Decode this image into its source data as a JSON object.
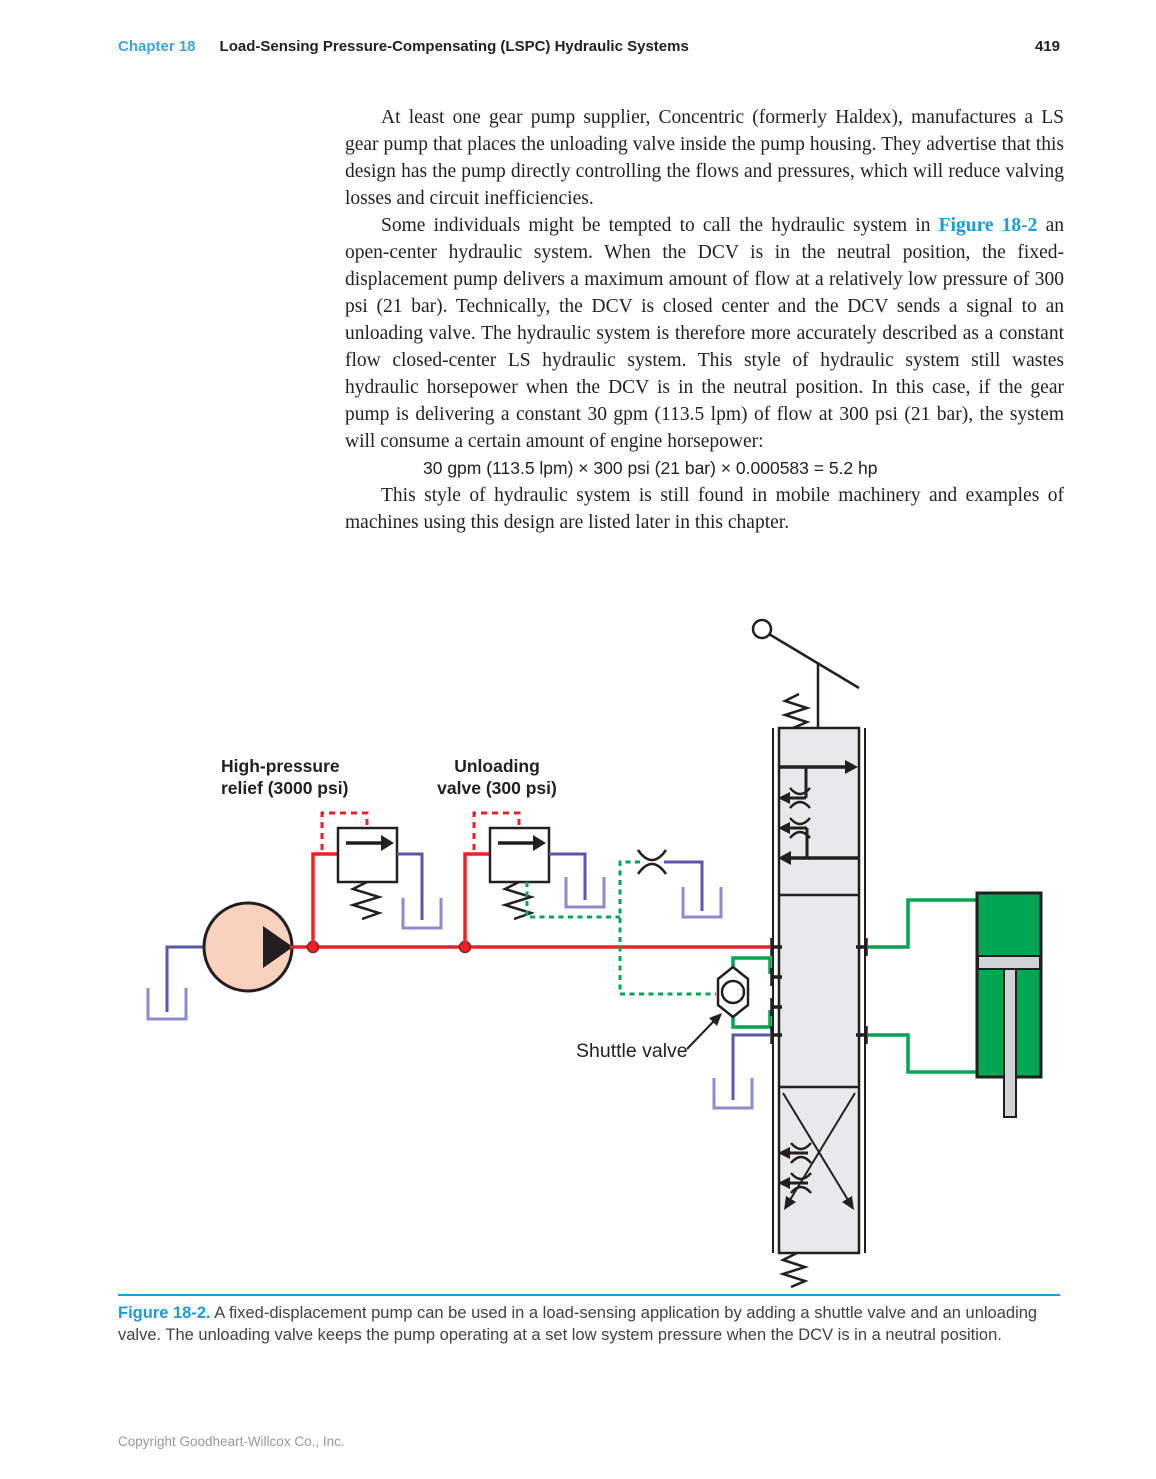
{
  "header": {
    "chapter": "Chapter 18",
    "title": "Load-Sensing Pressure-Compensating (LSPC) Hydraulic Systems",
    "page_number": "419"
  },
  "body": {
    "p1": "At least one gear pump supplier, Concentric (formerly Haldex), manufactures a LS gear pump that places the unloading valve inside the pump housing. They advertise that this design has the pump directly controlling the flows and pressures, which will reduce valving losses and circuit inefficiencies.",
    "p2_before": "Some individuals might be tempted to call the hydraulic system in ",
    "p2_figure_ref": "Figure 18-2",
    "p2_after": " an open-center hydraulic system. When the DCV is in the neutral position, the fixed-displacement pump delivers a maximum amount of flow at a relatively low pressure of 300 psi (21 bar). Technically, the DCV is closed center and the DCV sends a signal to an unloading valve. The hydraulic system is therefore more accurately described as a constant flow closed-center LS hydraulic system. This style of hydraulic system still wastes hydraulic horsepower when the DCV is in the neutral position. In this case, if the gear pump is delivering a constant 30 gpm (113.5 lpm) of flow at 300 psi (21 bar), the system will consume a certain amount of engine horsepower:",
    "equation": "30 gpm (113.5 lpm) × 300 psi (21 bar) × 0.000583 = 5.2 hp",
    "p3": "This style of hydraulic system is still found in mobile machinery and examples of machines using this design are listed later in this chapter."
  },
  "figure": {
    "labels": {
      "relief_line1": "High-pressure",
      "relief_line2": "relief (3000 psi)",
      "unloading_line1": "Unloading",
      "unloading_line2": "valve (300 psi)",
      "shuttle": "Shuttle valve"
    },
    "colors": {
      "pressure_line_red": "#EC2027",
      "load_sense_green": "#00A651",
      "tank_line_purple": "#5B57A8",
      "tank_symbol_purple": "#8E8CC8",
      "pump_fill_peach": "#F9D2BD",
      "valve_body_gray": "#E8E9EA",
      "piston_gray": "#D1D3D4",
      "accent_blue": "#1B9BD7",
      "line_black": "#231F20"
    }
  },
  "caption": {
    "figure_label": "Figure 18-2.",
    "text": " A fixed-displacement pump can be used in a load-sensing application by adding a shuttle valve and an unloading valve. The unloading valve keeps the pump operating at a set low system pressure when the DCV is in a neutral position."
  },
  "footer": {
    "copyright": "Copyright Goodheart-Willcox Co., Inc."
  }
}
